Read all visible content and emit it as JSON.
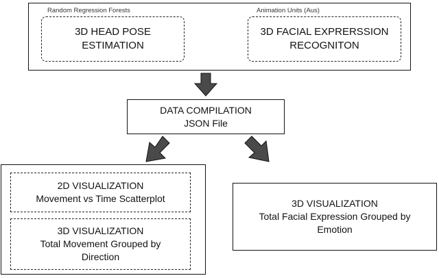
{
  "top_group": {
    "head_pose": {
      "method_label": "Random Regression Forests",
      "title_line1": "3D HEAD POSE",
      "title_line2": "ESTIMATION"
    },
    "facial": {
      "method_label": "Animation Units (Aus)",
      "title_line1": "3D FACIAL EXPRERSSION",
      "title_line2": "RECOGNITON"
    }
  },
  "data_compilation": {
    "line1": "DATA COMPILATION",
    "line2": "JSON File"
  },
  "left_group": {
    "viz_2d": {
      "line1": "2D VISUALIZATION",
      "line2": "Movement vs Time Scatterplot"
    },
    "viz_3d_movement": {
      "line1": "3D VISUALIZATION",
      "line2": "Total Movement Grouped by",
      "line3": "Direction"
    }
  },
  "right_box": {
    "line1": "3D VISUALIZATION",
    "line2": "Total Facial Expression Grouped by",
    "line3": "Emotion"
  },
  "colors": {
    "arrow_fill": "#4a4a4a",
    "border": "#111111"
  }
}
